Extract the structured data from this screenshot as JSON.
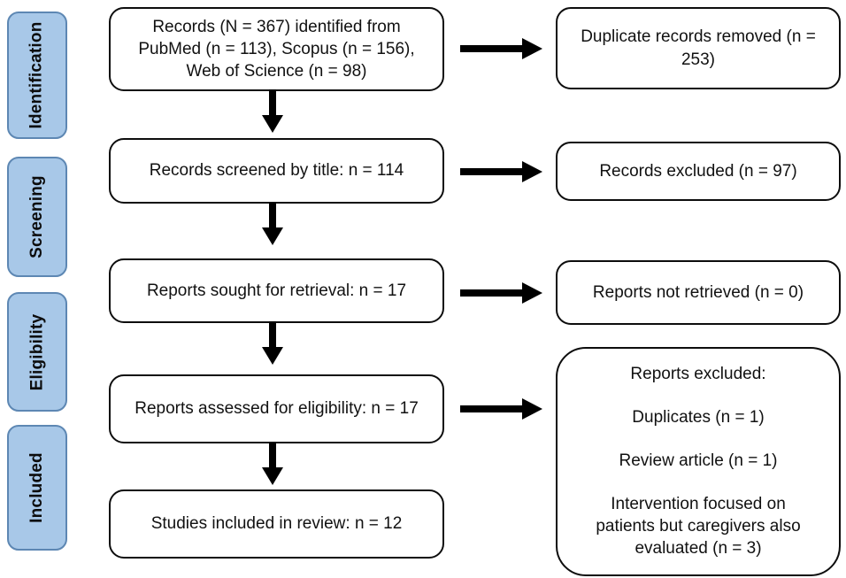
{
  "colors": {
    "background": "#ffffff",
    "stage_fill": "#a8c8e8",
    "stage_border": "#5d87b3",
    "flow_box_border": "#0d0d0d",
    "arrow": "#000000",
    "text": "#111111"
  },
  "stages": [
    {
      "label": "Identification"
    },
    {
      "label": "Screening"
    },
    {
      "label": "Eligibility"
    },
    {
      "label": "Included"
    }
  ],
  "main_flow": [
    {
      "text": "Records (N = 367) identified from PubMed (n = 113), Scopus (n = 156), Web of Science (n = 98)"
    },
    {
      "text": "Records screened by title: n = 114"
    },
    {
      "text": "Reports sought for retrieval: n = 17"
    },
    {
      "text": "Reports assessed for eligibility: n = 17"
    },
    {
      "text": "Studies included in review: n = 12"
    }
  ],
  "side_flow": [
    {
      "text": "Duplicate records removed (n = 253)"
    },
    {
      "text": "Records excluded (n = 97)"
    },
    {
      "text": "Reports not retrieved (n = 0)"
    },
    {
      "title": "Reports excluded:",
      "items": [
        "Duplicates (n = 1)",
        "Review article (n = 1)",
        "Intervention focused on patients but caregivers also evaluated (n = 3)"
      ]
    }
  ]
}
